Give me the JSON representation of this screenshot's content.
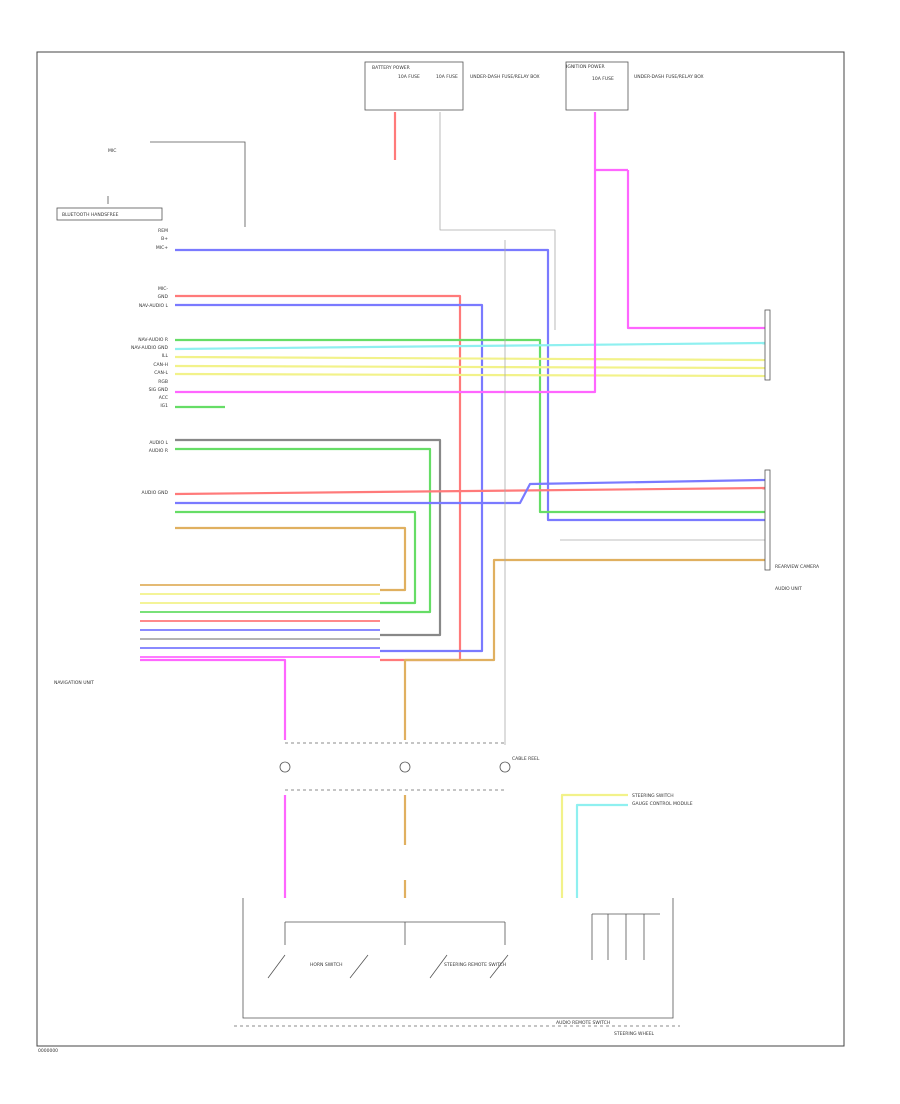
{
  "diagram": {
    "footer_code": "0000000",
    "header_labels": {
      "battery_power": "BATTERY POWER",
      "ignition_power": "IGNITION POWER",
      "fuse_a": "10A FUSE",
      "fuse_b": "10A FUSE",
      "fuse_c": "10A FUSE",
      "fuse_info_1": "UNDER-DASH FUSE/RELAY BOX",
      "fuse_info_2": "UNDER-DASH FUSE/RELAY BOX"
    },
    "components": {
      "mic": "MIC",
      "bluetooth_handsfree": "BLUETOOTH HANDSFREE",
      "navigation_unit": "NAVIGATION UNIT",
      "audio_unit": "AUDIO UNIT",
      "steering_switch": "STEERING SWITCH",
      "gauge_control_module": "GAUGE CONTROL MODULE",
      "rearview_camera": "REARVIEW CAMERA",
      "audio_remote_switch": "AUDIO REMOTE SWITCH",
      "clock_spring": "CABLE REEL",
      "horn_switch": "HORN SWITCH",
      "steering_remote_switch": "STEERING REMOTE SWITCH",
      "steering_wheel": "STEERING WHEEL"
    },
    "nav_pins": [
      "REM",
      "B+",
      "MIC+",
      "MIC-",
      "GND",
      "NAV-AUDIO L",
      "NAV-AUDIO R",
      "NAV-AUDIO GND",
      "ILL",
      "CAN-H",
      "CAN-L",
      "RGB",
      "SIG GND",
      "ACC",
      "IG1",
      "AUDIO L",
      "AUDIO R",
      "AUDIO GND"
    ],
    "wire_colors": [
      "BLU",
      "WHT",
      "YEL/GRN",
      "WHT",
      "RED",
      "BLU",
      "GRN",
      "LT GRN",
      "WHT",
      "YEL",
      "PNK",
      "BRN",
      "GRY",
      "GRN",
      "RED",
      "BLU",
      "ORN"
    ]
  }
}
